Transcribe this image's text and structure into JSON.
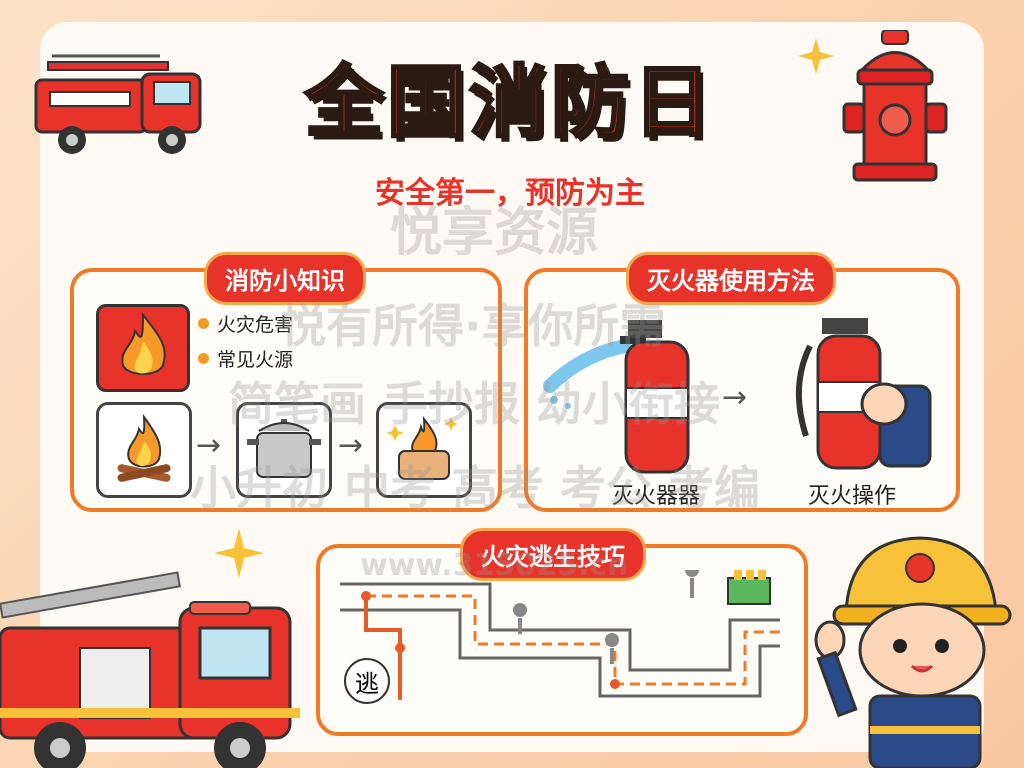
{
  "title": "全国消防日",
  "subtitle": "安全第一，预防为主",
  "knowledge": {
    "tag": "消防小知识",
    "items": [
      "火灾危害",
      "常见火源"
    ]
  },
  "extinguisher": {
    "tag": "灭火器使用方法",
    "caption_left": "灭火器器",
    "caption_right": "灭火操作"
  },
  "escape": {
    "tag": "火灾逃生技巧",
    "stamp": "逃"
  },
  "watermarks": {
    "line1": "悦享资源",
    "line2": "悦有所得·享你所需",
    "line3": "简笔画 手抄报 幼小衔接",
    "line4": "小升初 中考 高考 考公 考编",
    "url": "www.315025.cn"
  },
  "colors": {
    "accent_red": "#e8332a",
    "accent_orange": "#f07a28",
    "background": "#fffaf3"
  }
}
